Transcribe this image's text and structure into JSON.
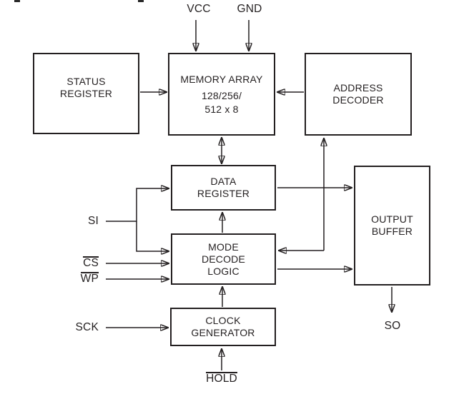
{
  "colors": {
    "line": "#231f20",
    "background": "#ffffff"
  },
  "boxes": {
    "status_register": {
      "lines": [
        "STATUS",
        "REGISTER"
      ]
    },
    "memory_array": {
      "title": "MEMORY ARRAY",
      "lines": [
        "128/256/",
        "512 x 8"
      ]
    },
    "address_decoder": {
      "lines": [
        "ADDRESS",
        "DECODER"
      ]
    },
    "data_register": {
      "lines": [
        "DATA",
        "REGISTER"
      ]
    },
    "mode_decode_logic": {
      "lines": [
        "MODE",
        "DECODE",
        "LOGIC"
      ]
    },
    "clock_generator": {
      "lines": [
        "CLOCK",
        "GENERATOR"
      ]
    },
    "output_buffer": {
      "lines": [
        "OUTPUT",
        "BUFFER"
      ]
    }
  },
  "signals": {
    "vcc": {
      "label": "VCC",
      "overline": false
    },
    "gnd": {
      "label": "GND",
      "overline": false
    },
    "si": {
      "label": "SI",
      "overline": false
    },
    "cs": {
      "label": "CS",
      "overline": true
    },
    "wp": {
      "label": "WP",
      "overline": true
    },
    "sck": {
      "label": "SCK",
      "overline": false
    },
    "hold": {
      "label": "HOLD",
      "overline": true
    },
    "so": {
      "label": "SO",
      "overline": false
    }
  }
}
